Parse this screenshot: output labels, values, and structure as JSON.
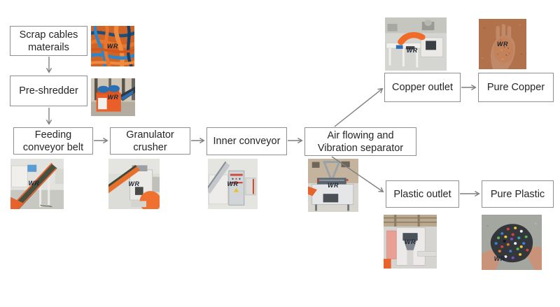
{
  "diagram": {
    "logo_text": "WR",
    "colors": {
      "box_border": "#8f8f8f",
      "arrow": "#7f7f7f",
      "text": "#262626",
      "machine_orange": "#e8622d",
      "cable_blue": "#2b6fb3",
      "belt_green": "#46513f",
      "copper_brown": "#b1714a",
      "salmon_panel": "#e8a095"
    },
    "nodes": {
      "scrap": {
        "lines": [
          "Scrap cables",
          "materails"
        ]
      },
      "preshredder": {
        "lines": [
          "Pre-shredder"
        ]
      },
      "feeding": {
        "lines": [
          "Feeding",
          "conveyor belt"
        ]
      },
      "granulator": {
        "lines": [
          "Granulator",
          "crusher"
        ]
      },
      "inner": {
        "lines": [
          "Inner conveyor"
        ]
      },
      "air": {
        "lines": [
          "Air flowing and",
          "Vibration separator"
        ]
      },
      "copper_outlet": {
        "lines": [
          "Copper outlet"
        ]
      },
      "pure_copper": {
        "lines": [
          "Pure Copper"
        ]
      },
      "plastic_outlet": {
        "lines": [
          "Plastic outlet"
        ]
      },
      "pure_plastic": {
        "lines": [
          "Pure Plastic"
        ]
      }
    },
    "edges": [
      {
        "from": "scrap",
        "to": "preshredder"
      },
      {
        "from": "preshredder",
        "to": "feeding"
      },
      {
        "from": "feeding",
        "to": "granulator"
      },
      {
        "from": "granulator",
        "to": "inner"
      },
      {
        "from": "inner",
        "to": "air"
      },
      {
        "from": "air",
        "to": "copper_outlet"
      },
      {
        "from": "air",
        "to": "plastic_outlet"
      },
      {
        "from": "copper_outlet",
        "to": "pure_copper"
      },
      {
        "from": "plastic_outlet",
        "to": "pure_plastic"
      }
    ],
    "photos": {
      "cables": "tangled orange and blue scrap cables",
      "preshredder": "orange pre-shredder machine with blue rollers",
      "feeding": "inclined feeding conveyor belt with orange hopper",
      "granulator": "granulator crusher with orange conveyor",
      "inner": "inner conveyor with control cabinet",
      "air": "air flowing and vibration separator machine",
      "copper_outlet": "copper outlet conveyor with orange duct",
      "pure_copper": "hand holding pure copper granules",
      "plastic_outlet": "plastic outlet machine with salmon panel",
      "pure_plastic": "hands holding mixed color plastic granules"
    }
  }
}
